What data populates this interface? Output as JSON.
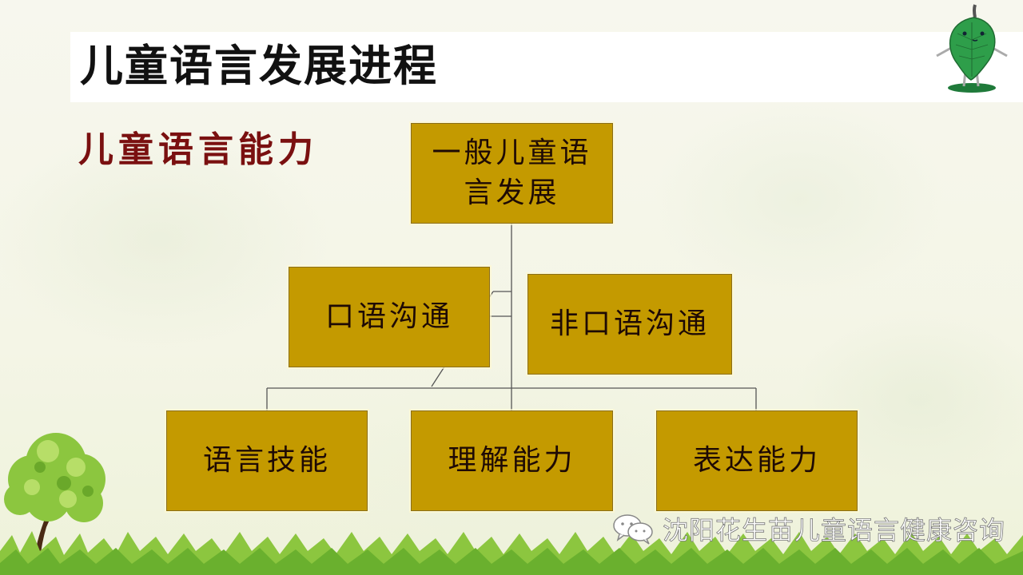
{
  "slide": {
    "title": "儿童语言发展进程",
    "subtitle": "儿童语言能力"
  },
  "diagram": {
    "root": {
      "label": "一般儿童语言发展",
      "line1": "一般儿童语",
      "line2": "言发展"
    },
    "middle": [
      {
        "label": "口语沟通"
      },
      {
        "label": "非口语沟通"
      }
    ],
    "bottom": [
      {
        "label": "语言技能"
      },
      {
        "label": "理解能力"
      },
      {
        "label": "表达能力"
      }
    ],
    "box_color": "#c49a00",
    "text_color": "#1e0a05"
  },
  "watermark": {
    "icon": "wechat-icon",
    "text": "沈阳花生苗儿童语言健康咨询"
  },
  "decorations": {
    "mascot": "leaf-mascot",
    "tree": "tree-illustration",
    "grass": "grass-border"
  },
  "colors": {
    "title": "#111111",
    "subtitle": "#7a1010",
    "box": "#c49a00",
    "leaf": "#2e9e4a",
    "grass": "#8cc63f"
  }
}
